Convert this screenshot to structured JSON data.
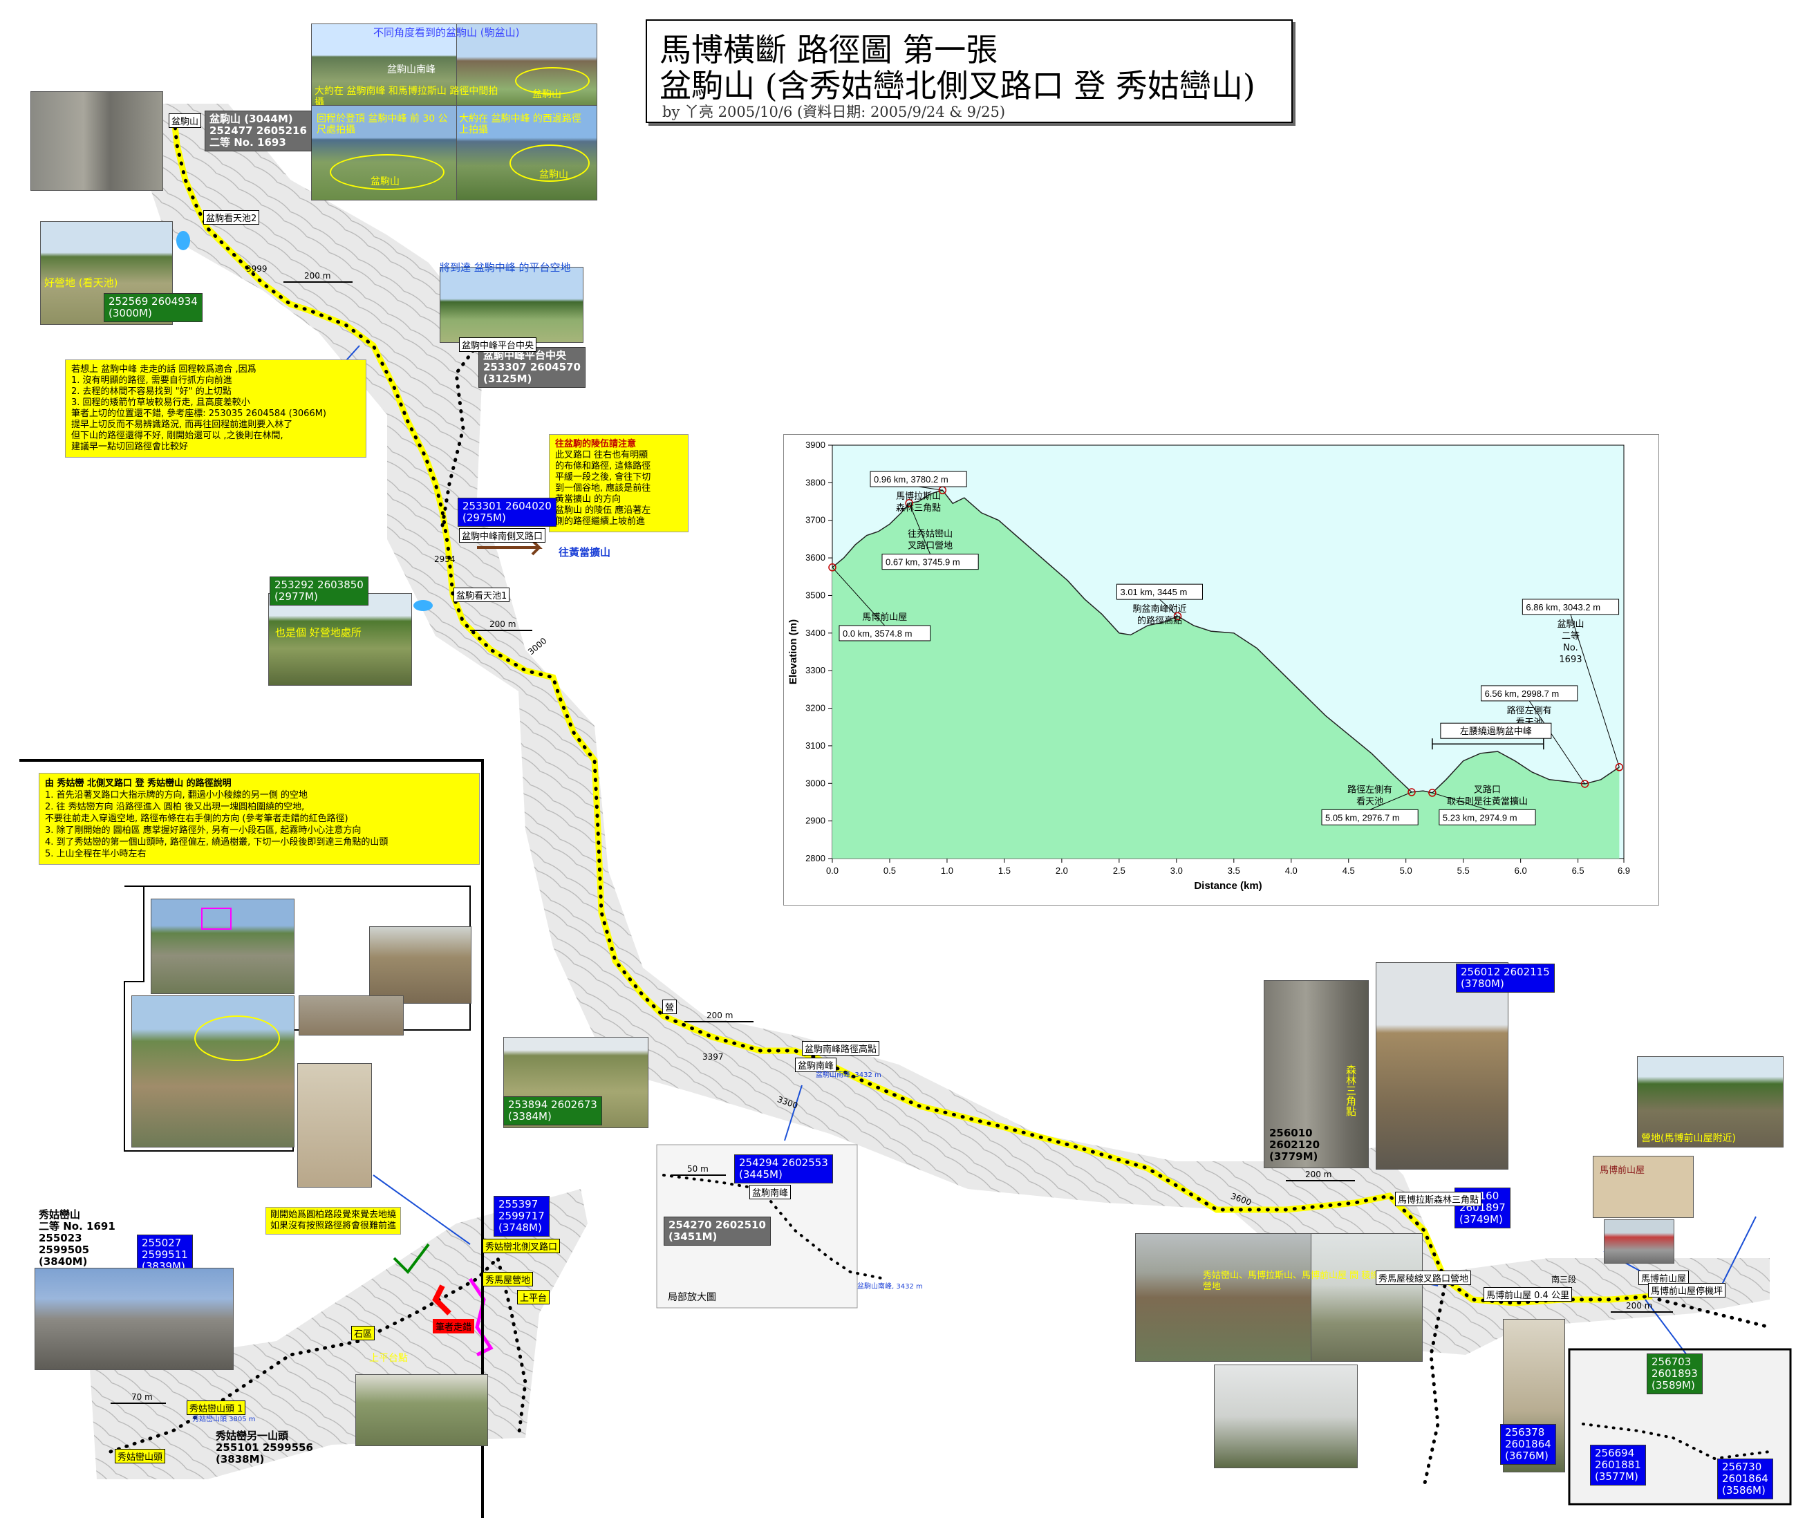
{
  "title": {
    "line1": "馬博橫斷 路徑圖 第一張",
    "line2": "盆駒山 (含秀姑巒北側叉路口 登 秀姑巒山)",
    "byline": "by 丫亮 2005/10/6 (資料日期: 2005/9/24 & 9/25)"
  },
  "photos": {
    "top_caption": "不同角度看到的盆駒山 (駒盆山)",
    "top_label_south": "盆駒山南峰",
    "top_caption2": "大約在 盆駒南峰 和馬博拉斯山 路徑中間拍攝",
    "top_label_pj": "盆駒山",
    "top_caption3": "回程於登頂 盆駒中峰 前 30 公尺處拍攝",
    "top_caption4": "大約在 盆駒中峰 的西邊路徑上拍攝",
    "top_label_pj2": "盆駒山",
    "top_label_pj3": "盆駒山",
    "platform_caption": "將到達 盆駒中峰 的平台空地",
    "camp_caption": "好營地 (看天池)",
    "camp2_caption": "也是個 好營地處所",
    "forest_triangle": "森林三角點",
    "camp3_caption": "營地(馬博前山屋附近)",
    "upper_platform": "上平台點",
    "cabin_sign": "馬博前山屋"
  },
  "coords": {
    "pj_summit": [
      "盆駒山 (3044M)",
      "252477 2605216",
      "二等 No. 1693"
    ],
    "camp1": [
      "252569 2604934",
      "(3000M)"
    ],
    "mid_platform": [
      "盆駒中峰平台中央",
      "253307 2604570",
      "(3125M)"
    ],
    "fork": [
      "253301 2604020",
      "(2975M)"
    ],
    "camp2": [
      "253292 2603850",
      "(2977M)"
    ],
    "south_peak": [
      "254294 2602553",
      "(3445M)"
    ],
    "south_peak_zoom": [
      "254270 2602510",
      "(3451M)"
    ],
    "south_low": [
      "253894 2602673",
      "(3384M)"
    ],
    "triangle": [
      "256010",
      "2602120",
      "(3779M)"
    ],
    "mbl_peak": [
      "256012 2602115",
      "(3780M)"
    ],
    "fork2": [
      "256160",
      "2601897",
      "(3749M)"
    ],
    "junction": [
      "256378",
      "2601864",
      "(3676M)"
    ],
    "cabin": [
      "256703",
      "2601893",
      "(3589M)"
    ],
    "cabin_a": [
      "256694",
      "2601881",
      "(3577M)"
    ],
    "cabin_b": [
      "256730",
      "2601864",
      "(3586M)"
    ],
    "xg_summit": [
      "秀姑巒山",
      "二等 No. 1691",
      "255023",
      "2599505",
      "(3840M)"
    ],
    "xg_summit2": [
      "255027",
      "2599511",
      "(3839M)"
    ],
    "xg_north": [
      "255397",
      "2599717",
      "(3748M)"
    ],
    "xg_other": [
      "秀姑巒另一山頭",
      "255101 2599556",
      "(3838M)"
    ]
  },
  "notes": {
    "pj_mid": [
      "若想上 盆駒中峰 走走的話 回程較爲適合 ,因爲",
      "1. 沒有明顯的路徑, 需要自行抓方向前進",
      "2. 去程的林間不容易找到 \"好\" 的上切點",
      "3. 回程的矮箭竹草坡較易行走, 且高度差較小",
      "",
      "筆者上切的位置還不錯, 參考座標: 253035 2604584 (3066M)",
      "提早上切反而不易辨識路況, 而再往回程前進則要入林了",
      "",
      "但下山的路徑還得不好, 剛開始還可以 ,之後則在林間,",
      "建議早一點切回路徑會比較好"
    ],
    "pj_ridge_title": "往盆駒的陵伍請注意",
    "pj_ridge": [
      "此叉路口 往右也有明顯",
      "的布條和路徑, 這條路徑",
      "平緩一段之後, 會往下切",
      "到一個谷地, 應該是前往",
      "黃當擴山 的方向",
      "",
      "盆駒山 的陵伍 應沿著左",
      "側的路徑繼續上坡前進"
    ],
    "xg_title": "由 秀姑巒 北側叉路口 登 秀姑巒山 的路徑說明",
    "xg_steps": [
      "1. 首先沿著叉路口大指示牌的方向, 翻過小小稜線的另一側 的空地",
      "2. 往 秀姑巒方向 沿路徑進入 圓柏 後又出現一塊圓柏圍繞的空地,",
      "   不要往前走入穿過空地, 路徑布條在右手側的方向 (參考筆者走錯的紅色路徑)",
      "3. 除了剛開始的 圓柏區 應掌握好路徑外, 另有一小段石區, 起霧時小心注意方向",
      "4. 到了秀姑巒的第一個山頭時, 路徑偏左, 繞過樹叢, 下切一小段後即到達三角點的山頭",
      "5. 上山全程在半小時左右"
    ],
    "xg_warn": [
      "剛開始爲圓柏路段覺來覺去地繞",
      "如果沒有按照路徑將會很難前進"
    ]
  },
  "map_labels": {
    "pj_summit": "盆駒山",
    "kantianchi": "盆駒看天池2",
    "mid_platform": "盆駒中峰平台中央",
    "fork": "盆駒中峰南側叉路口",
    "kantianchi1": "盆駒看天池1",
    "huangdang": "往黃當擴山",
    "south_high": "盆駒南峰路徑高點",
    "south_peak": "盆駒南峰",
    "camp": "營",
    "mbl_triangle": "馬博拉斯森林三角點",
    "fork_xg": "秀馬屋稜線叉路口營地",
    "cabin04": "馬博前山屋 0.4 公里",
    "cabin": "馬博前山屋",
    "cabin_pad": "馬博前山屋停機坪",
    "xg_north_fork": "秀姑巒北側叉路口",
    "xg_cabin": "秀馬屋營地",
    "upper_platform": "上平台",
    "rock": "石區",
    "xg_head1": "秀姑巒山頭 1",
    "xg_triangle": "秀姑巒山頭",
    "wrong_path": "筆者走錯",
    "zoom_title": "局部放大圖",
    "south_zoom": "盆駒南峰",
    "mbl_note": "秀姑巒山、馬博拉斯山、馬博前山屋 間 稜線叉路口 營地",
    "scale_200": "200 m",
    "scale_50": "50 m",
    "scale_70": "70 m",
    "contour_3000": "3000",
    "contour_3300": "3300",
    "contour_3600": "3600",
    "h3999": "3999",
    "h2954": "2954",
    "h3397": "3397",
    "h3432": "盆駒山南峰, 3432 m",
    "south_zoom_h": "盆駒山南峰, 3432 m",
    "south_other_h": "秀姑巒山頭 3805 m",
    "nan_san": "南三段"
  },
  "chart_data": {
    "type": "area",
    "xlabel": "Distance (km)",
    "ylabel": "Elevation (m)",
    "xlim": [
      0.0,
      6.9
    ],
    "ylim": [
      2800,
      3900
    ],
    "xticks": [
      "0.0",
      "0.5",
      "1.0",
      "1.5",
      "2.0",
      "2.5",
      "3.0",
      "3.5",
      "4.0",
      "4.5",
      "5.0",
      "5.5",
      "6.0",
      "6.5",
      "6.9"
    ],
    "yticks": [
      "2800",
      "2900",
      "3000",
      "3100",
      "3200",
      "3300",
      "3400",
      "3500",
      "3600",
      "3700",
      "3800",
      "3900"
    ],
    "x": [
      0.0,
      0.1,
      0.2,
      0.3,
      0.4,
      0.5,
      0.6,
      0.67,
      0.75,
      0.85,
      0.96,
      1.05,
      1.15,
      1.3,
      1.45,
      1.6,
      1.75,
      1.9,
      2.05,
      2.2,
      2.35,
      2.5,
      2.6,
      2.75,
      2.9,
      3.01,
      3.15,
      3.3,
      3.5,
      3.7,
      3.9,
      4.1,
      4.3,
      4.5,
      4.7,
      4.9,
      5.05,
      5.15,
      5.23,
      5.35,
      5.5,
      5.65,
      5.8,
      5.95,
      6.1,
      6.25,
      6.4,
      6.56,
      6.7,
      6.86
    ],
    "y": [
      3574.8,
      3600,
      3635,
      3660,
      3670,
      3690,
      3720,
      3745.9,
      3750,
      3770,
      3780.2,
      3745,
      3760,
      3720,
      3700,
      3660,
      3620,
      3580,
      3540,
      3490,
      3450,
      3400,
      3395,
      3420,
      3430,
      3445,
      3420,
      3405,
      3400,
      3360,
      3300,
      3240,
      3180,
      3130,
      3080,
      3020,
      2976.7,
      2980,
      2974.9,
      3010,
      3060,
      3080,
      3085,
      3060,
      3030,
      3010,
      3005,
      2998.7,
      3010,
      3043.2
    ],
    "annotations": [
      {
        "x": 0.0,
        "y": 3574.8,
        "label": "0.0 km, 3574.8 m",
        "note": "馬博前山屋"
      },
      {
        "x": 0.67,
        "y": 3745.9,
        "label": "0.67 km, 3745.9 m",
        "note": "往秀姑巒山 叉路口營地"
      },
      {
        "x": 0.96,
        "y": 3780.2,
        "label": "0.96 km, 3780.2 m",
        "note": "馬博拉斯山 森林三角點"
      },
      {
        "x": 3.01,
        "y": 3445,
        "label": "3.01 km, 3445 m",
        "note": "駒盆南峰附近 的路徑高點"
      },
      {
        "x": 5.05,
        "y": 2976.7,
        "label": "5.05 km, 2976.7 m",
        "note": "路徑左側有 看天池"
      },
      {
        "x": 5.23,
        "y": 2974.9,
        "label": "5.23 km, 2974.9 m",
        "note": "叉路口 取右則是往黃當擴山"
      },
      {
        "x": 6.56,
        "y": 2998.7,
        "label": "6.56 km, 2998.7 m",
        "note": "路徑左側有 看天池"
      },
      {
        "x": 6.86,
        "y": 3043.2,
        "label": "6.86 km, 3043.2 m",
        "note": "盆駒山 二等 No. 1693"
      }
    ],
    "bracket_label": "左腰繞過駒盆中峰",
    "fill_color": "#9cf0b8",
    "bg_color": "#dffcfc"
  }
}
